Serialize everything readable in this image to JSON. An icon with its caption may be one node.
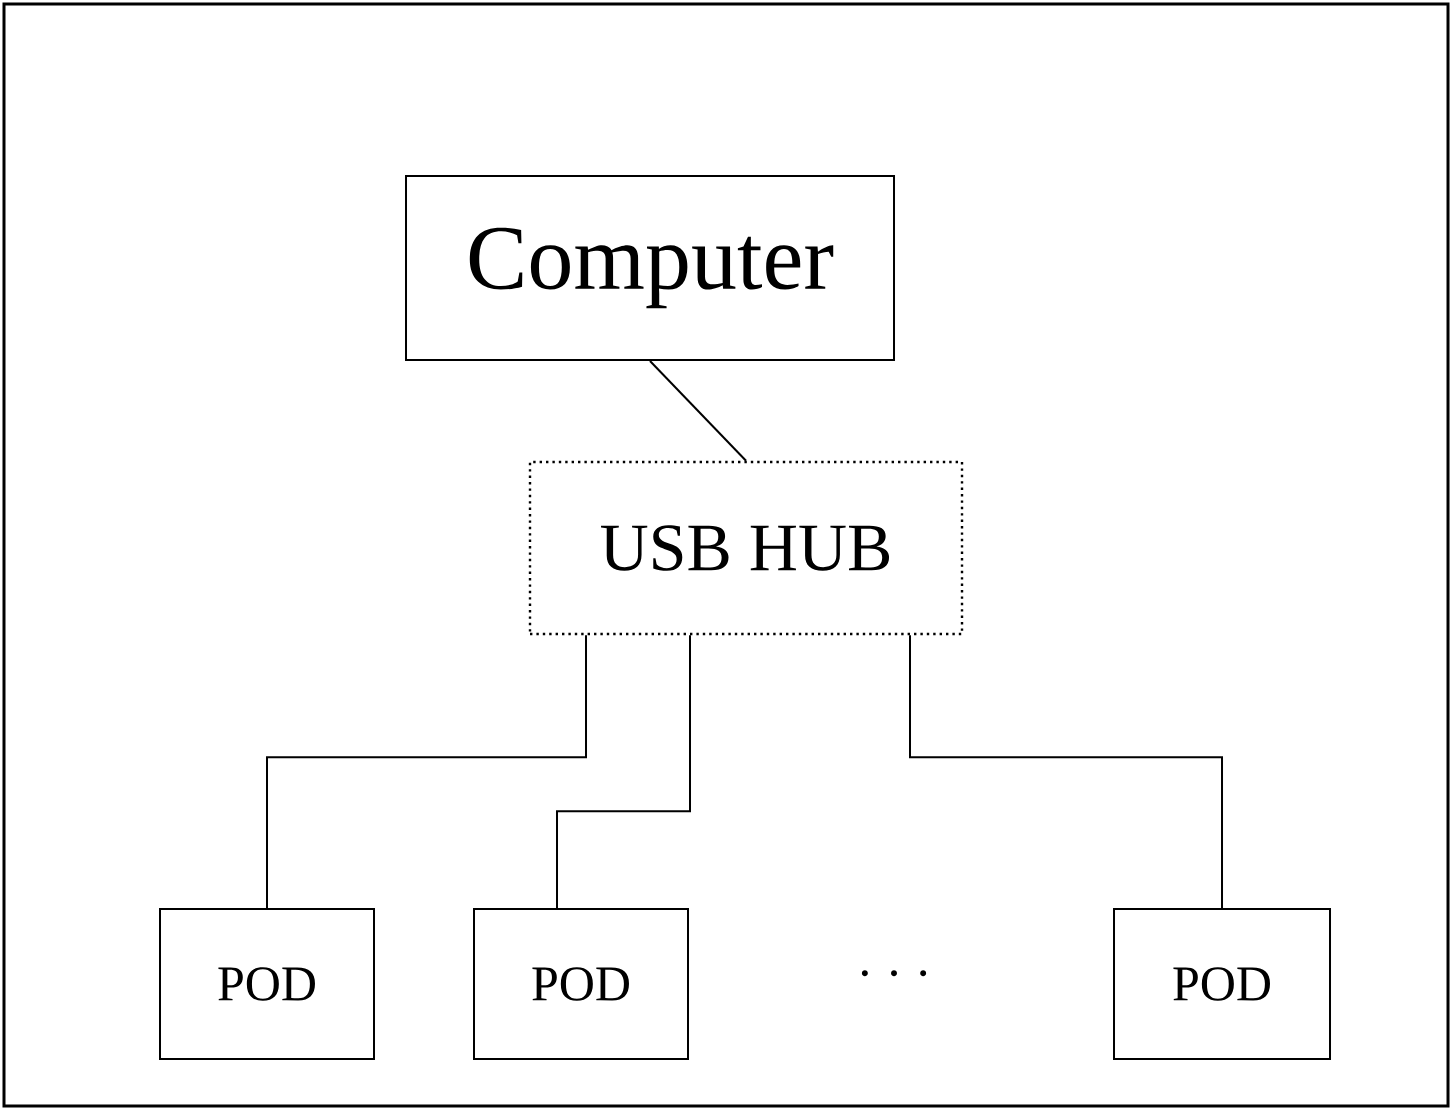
{
  "diagram": {
    "nodes": [
      {
        "text": [
          "Computer"
        ]
      },
      {
        "text": [
          "USB HUB"
        ]
      },
      {
        "text": [
          "POD"
        ]
      },
      {
        "text": [
          "POD"
        ]
      },
      {
        "text": [
          "POD"
        ]
      }
    ],
    "edges": [
      {
        "from": 0,
        "to": 1,
        "arrow": "none"
      },
      {
        "from": 1,
        "to": 2,
        "arrow": "none"
      },
      {
        "from": 1,
        "to": 3,
        "arrow": "none"
      },
      {
        "from": 1,
        "to": 4,
        "arrow": "none"
      }
    ],
    "labels": [
      "· · ·"
    ]
  }
}
